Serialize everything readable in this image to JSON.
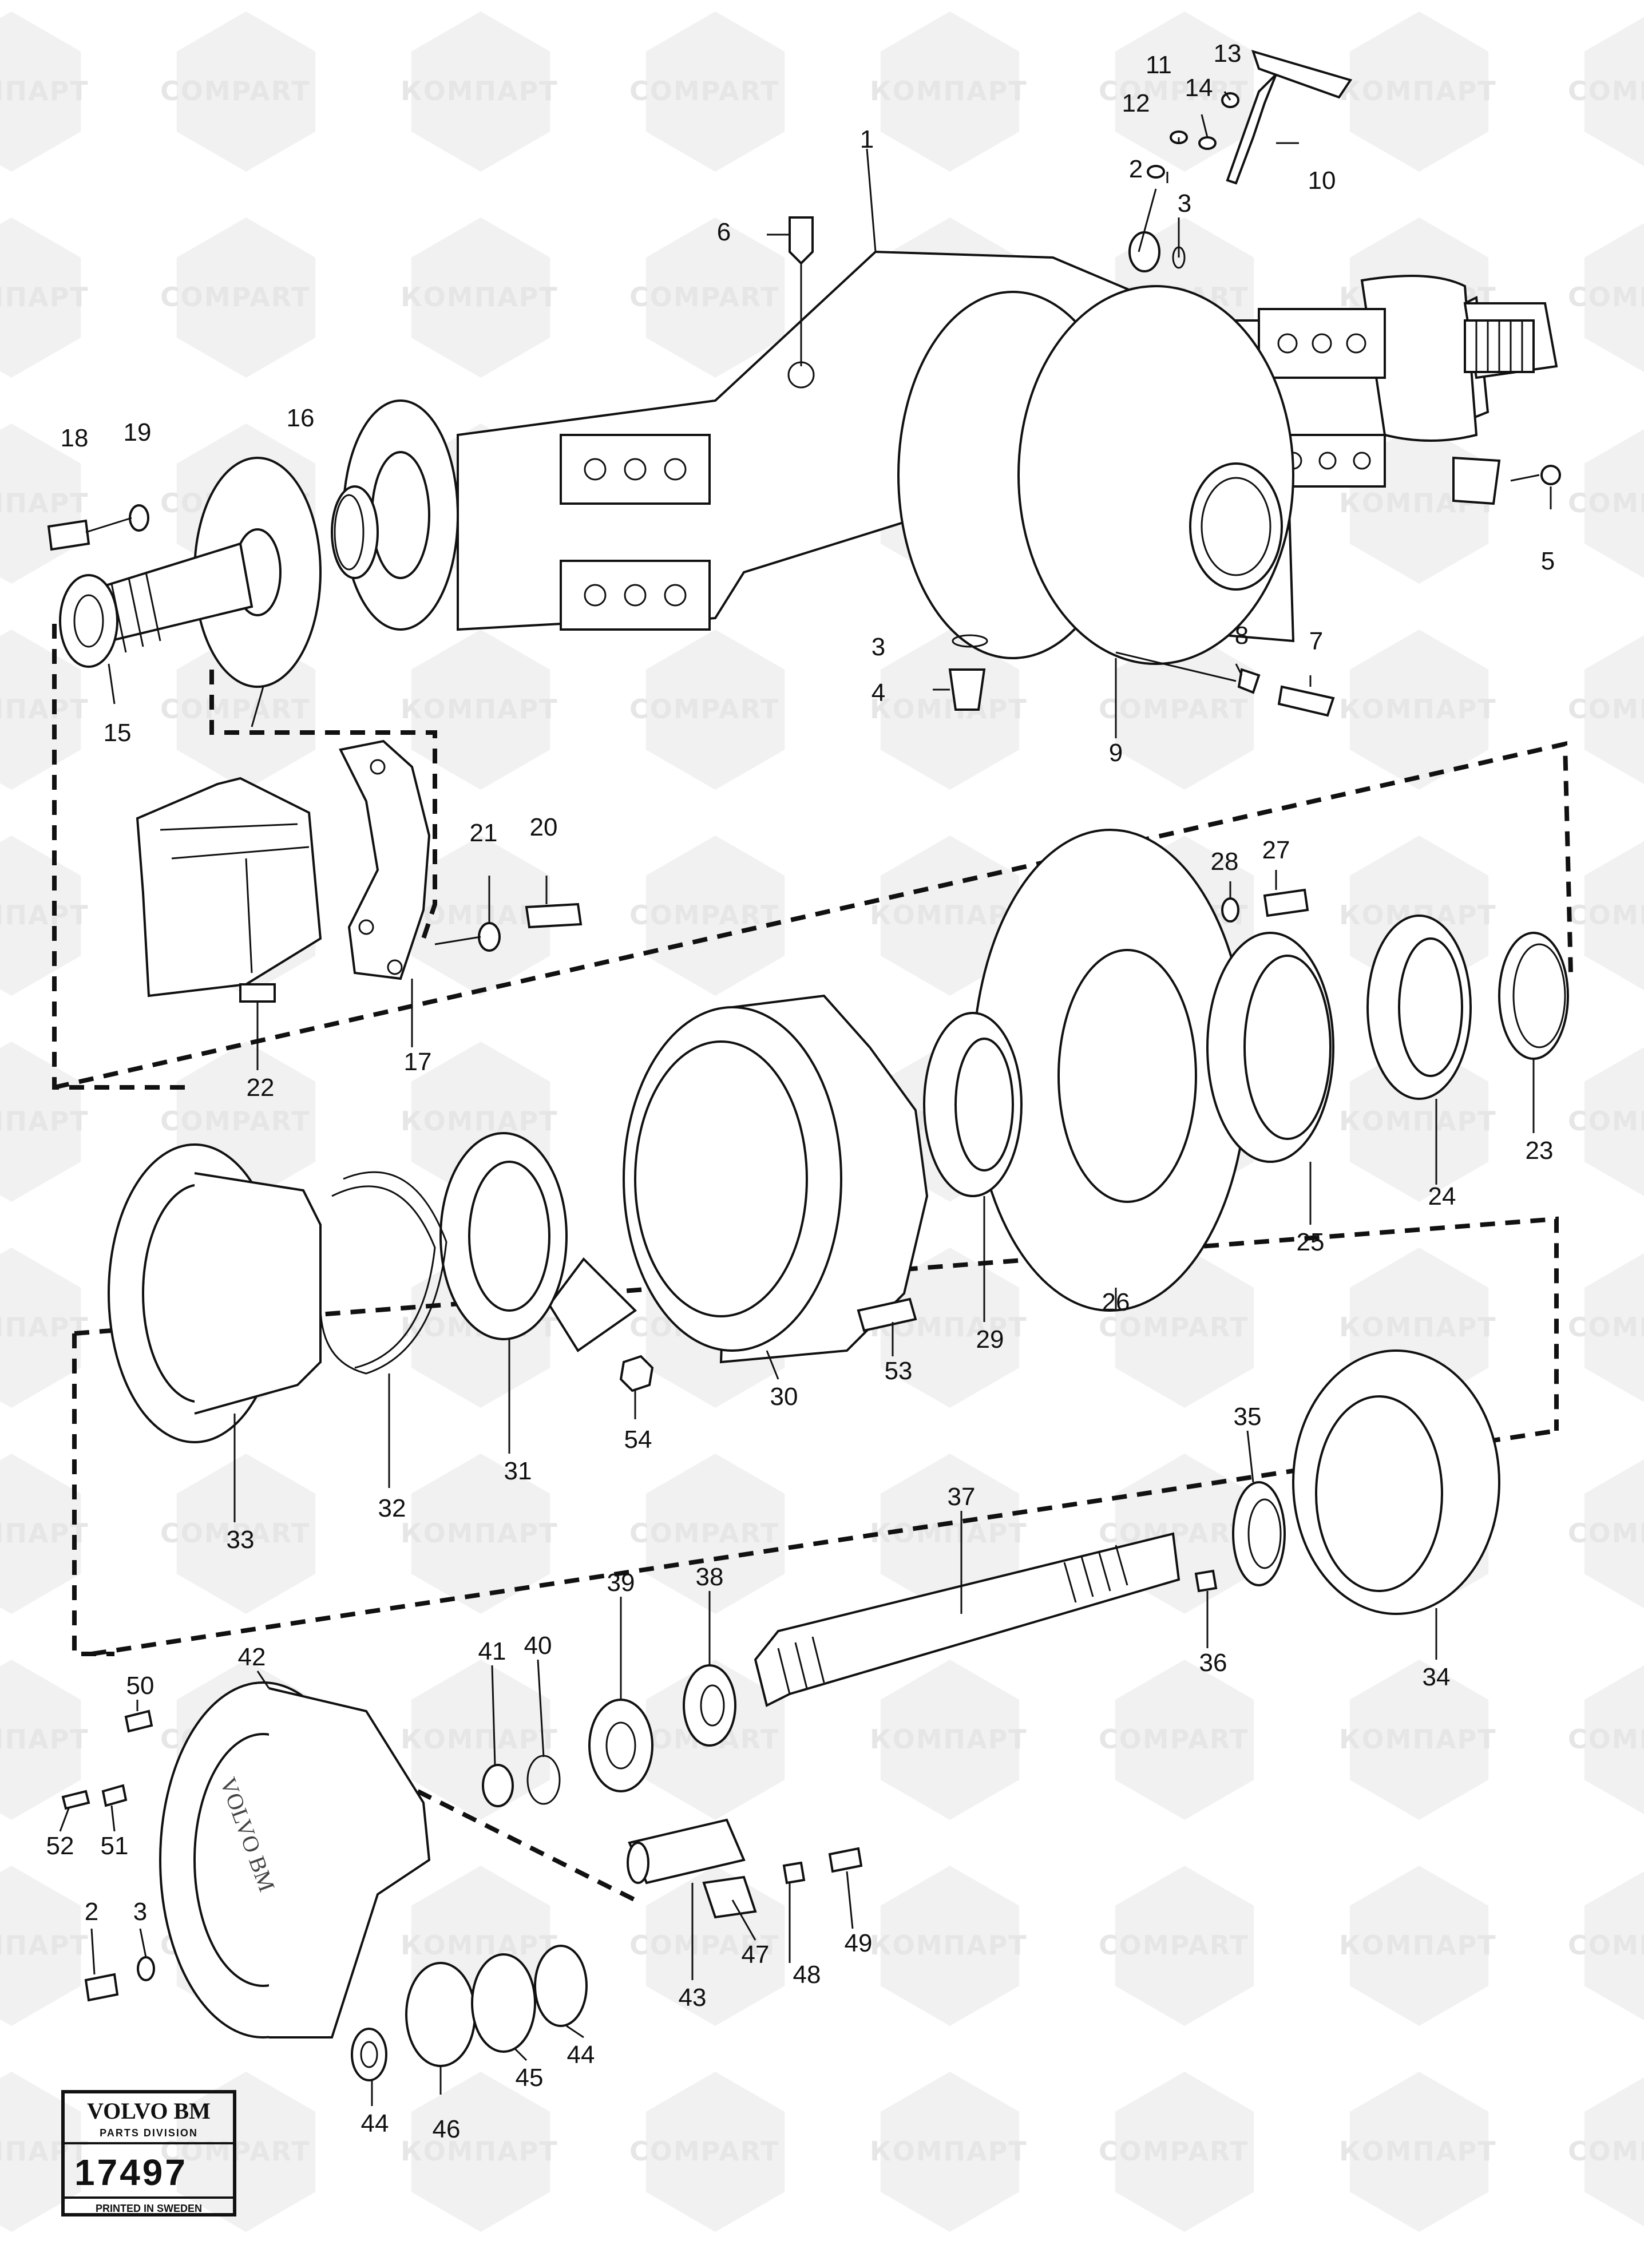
{
  "watermark": {
    "text_cyrillic": "КОМПАРТ",
    "text_latin": "COMPART",
    "color": "#e6e6e6"
  },
  "callouts": [
    {
      "n": "1"
    },
    {
      "n": "2"
    },
    {
      "n": "3"
    },
    {
      "n": "6"
    },
    {
      "n": "10"
    },
    {
      "n": "11"
    },
    {
      "n": "12"
    },
    {
      "n": "13"
    },
    {
      "n": "14"
    },
    {
      "n": "18"
    },
    {
      "n": "19"
    },
    {
      "n": "16"
    },
    {
      "n": "5"
    },
    {
      "n": "3"
    },
    {
      "n": "4"
    },
    {
      "n": "8"
    },
    {
      "n": "7"
    },
    {
      "n": "9"
    },
    {
      "n": "15"
    },
    {
      "n": "21"
    },
    {
      "n": "20"
    },
    {
      "n": "28"
    },
    {
      "n": "27"
    },
    {
      "n": "22"
    },
    {
      "n": "17"
    },
    {
      "n": "23"
    },
    {
      "n": "24"
    },
    {
      "n": "25"
    },
    {
      "n": "26"
    },
    {
      "n": "29"
    },
    {
      "n": "53"
    },
    {
      "n": "30"
    },
    {
      "n": "54"
    },
    {
      "n": "31"
    },
    {
      "n": "32"
    },
    {
      "n": "33"
    },
    {
      "n": "35"
    },
    {
      "n": "37"
    },
    {
      "n": "38"
    },
    {
      "n": "39"
    },
    {
      "n": "40"
    },
    {
      "n": "41"
    },
    {
      "n": "42"
    },
    {
      "n": "50"
    },
    {
      "n": "36"
    },
    {
      "n": "34"
    },
    {
      "n": "52"
    },
    {
      "n": "51"
    },
    {
      "n": "2"
    },
    {
      "n": "3"
    },
    {
      "n": "47"
    },
    {
      "n": "48"
    },
    {
      "n": "49"
    },
    {
      "n": "43"
    },
    {
      "n": "44"
    },
    {
      "n": "45"
    },
    {
      "n": "44"
    },
    {
      "n": "46"
    }
  ],
  "logo": {
    "brand": "VOLVO BM",
    "division": "PARTS DIVISION",
    "number": "17497",
    "footer": "PRINTED IN SWEDEN"
  },
  "hub_cover_text": "VOLVO BM"
}
